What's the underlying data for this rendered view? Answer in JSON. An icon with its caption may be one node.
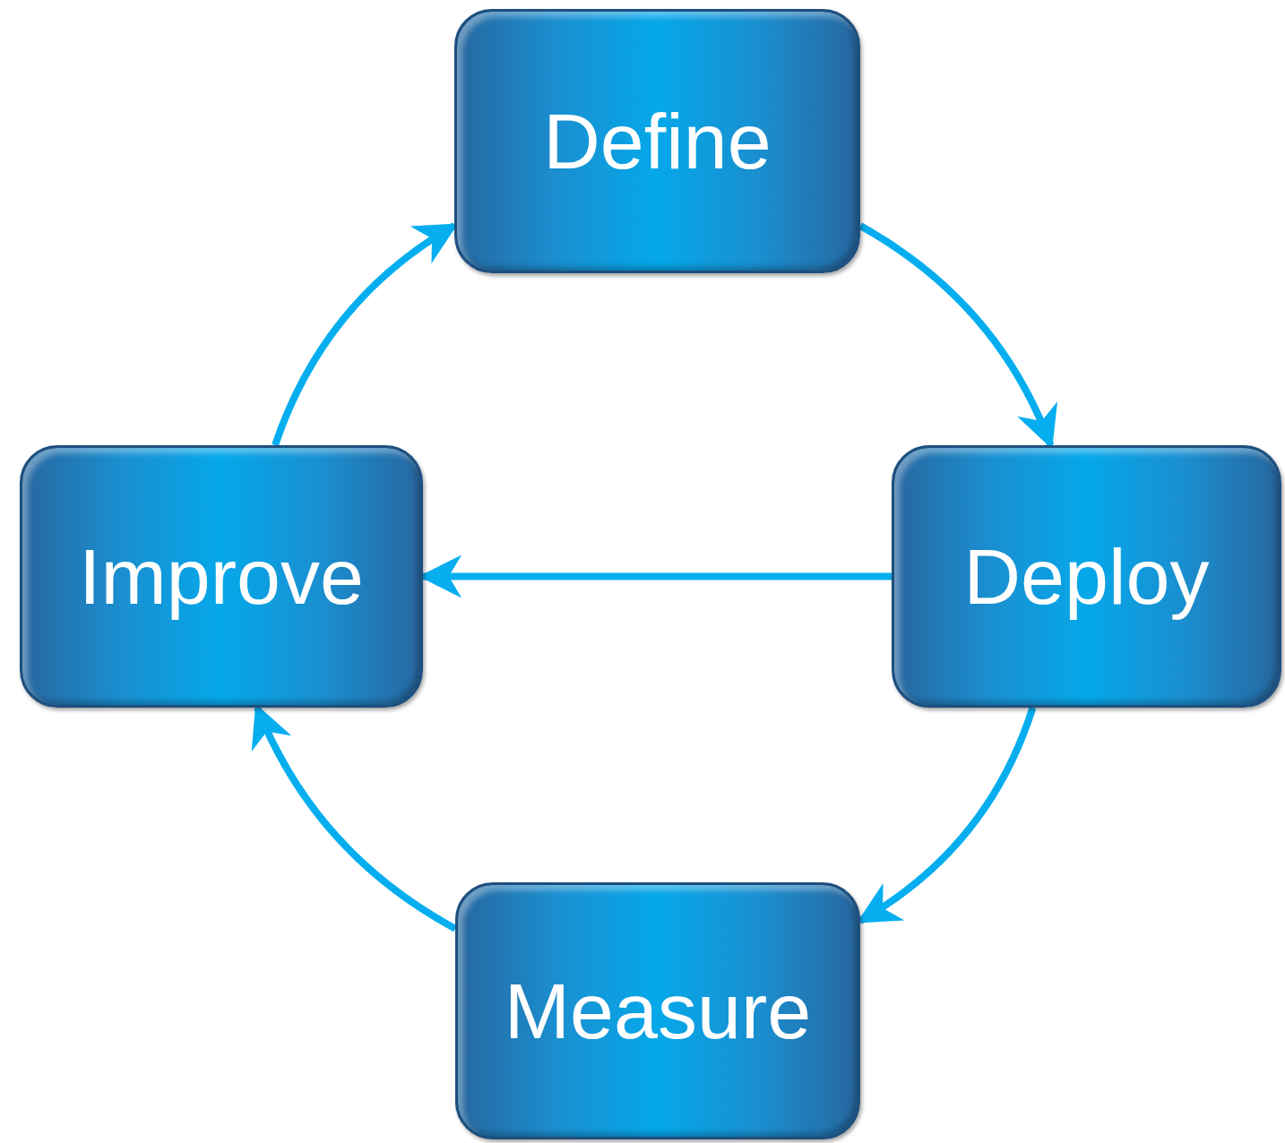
{
  "diagram": {
    "nodes": [
      {
        "text": [
          "Define"
        ]
      },
      {
        "text": [
          "Deploy"
        ]
      },
      {
        "text": [
          "Measure"
        ]
      },
      {
        "text": [
          "Improve"
        ]
      }
    ],
    "edges": [
      {
        "from": 0,
        "to": 1,
        "arrow": "to"
      },
      {
        "from": 1,
        "to": 2,
        "arrow": "to"
      },
      {
        "from": 1,
        "to": 3,
        "arrow": "to"
      },
      {
        "from": 2,
        "to": 3,
        "arrow": "to"
      },
      {
        "from": 3,
        "to": 0,
        "arrow": "to"
      }
    ]
  }
}
